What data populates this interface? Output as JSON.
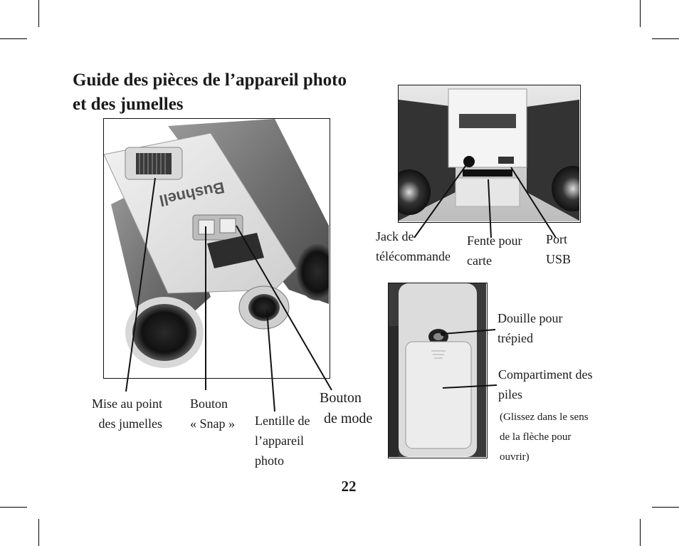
{
  "title": {
    "line1": "Guide des pièces de l’appareil photo",
    "line2": "et des jumelles"
  },
  "product": {
    "brand_logo": "Bushnell"
  },
  "labels": {
    "focus": [
      "Mise au point",
      "des jumelles"
    ],
    "snap": [
      "Bouton",
      "« Snap »"
    ],
    "lens": [
      "Lentille de",
      "l’appareil",
      "photo"
    ],
    "mode": [
      "Bouton",
      "de mode"
    ],
    "remote": [
      "Jack de",
      "télécommande"
    ],
    "card": [
      "Fente pour",
      "carte"
    ],
    "usb": [
      "Port",
      "USB"
    ],
    "tripod": [
      "Douille pour",
      "trépied"
    ],
    "battery": [
      "Compartiment des",
      "piles"
    ],
    "battery_note": [
      "(Glissez dans le sens",
      "de la flèche pour",
      "ouvrir)"
    ]
  },
  "page_number": "22"
}
